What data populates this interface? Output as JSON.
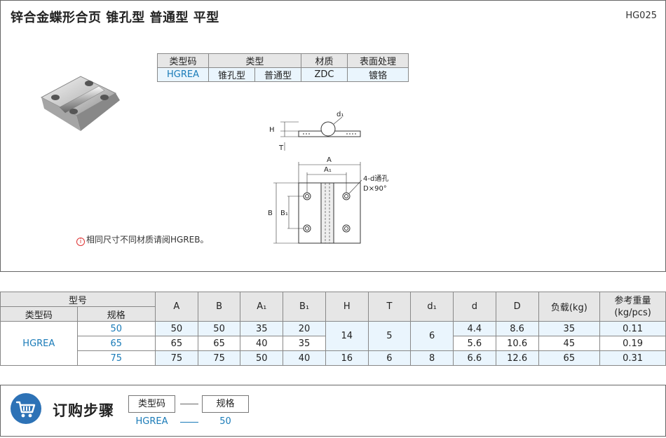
{
  "header": {
    "title": "锌合金蝶形合页  锥孔型 普通型  平型",
    "code": "HG025"
  },
  "info_table": {
    "headers": [
      "类型码",
      "类型",
      "材质",
      "表面处理"
    ],
    "row": [
      "HGREA",
      "锥孔型",
      "普通型",
      "ZDC",
      "镀铬"
    ]
  },
  "drawing": {
    "d1": "d₁",
    "H": "H",
    "T": "T",
    "A": "A",
    "A1": "A₁",
    "B": "B",
    "B1": "B₁",
    "hole_note1": "4-d通孔",
    "hole_note2": "D×90°"
  },
  "note": {
    "icon": "i",
    "text": "相同尺寸不同材质请阅HGREB。"
  },
  "spec_table": {
    "model_header": "型号",
    "type_code_header": "类型码",
    "size_header": "规格",
    "cols": [
      "A",
      "B",
      "A₁",
      "B₁",
      "H",
      "T",
      "d₁",
      "d",
      "D",
      "负载(kg)",
      "参考重量\n(kg/pcs)"
    ],
    "type_code": "HGREA",
    "rows": [
      {
        "size": "50",
        "A": "50",
        "B": "50",
        "A1": "35",
        "B1": "20",
        "d": "4.4",
        "D": "8.6",
        "load": "35",
        "weight": "0.11"
      },
      {
        "size": "65",
        "A": "65",
        "B": "65",
        "A1": "40",
        "B1": "35",
        "d": "5.6",
        "D": "10.6",
        "load": "45",
        "weight": "0.19"
      },
      {
        "size": "75",
        "A": "75",
        "B": "75",
        "A1": "50",
        "B1": "40",
        "d": "6.6",
        "D": "12.6",
        "load": "65",
        "weight": "0.31"
      }
    ],
    "merged": {
      "H_1": "14",
      "T_1": "5",
      "d1_1": "6",
      "H_2": "16",
      "T_2": "6",
      "d1_2": "8"
    }
  },
  "order": {
    "title": "订购步骤",
    "labels": [
      "类型码",
      "规格"
    ],
    "values": [
      "HGREA",
      "50"
    ],
    "icon": "cart-icon"
  },
  "colors": {
    "accent": "#2d72b6",
    "blue_text": "#1a7bb8",
    "header_gray": "#e6e6e6",
    "cell_blue": "#eaf5fd"
  }
}
